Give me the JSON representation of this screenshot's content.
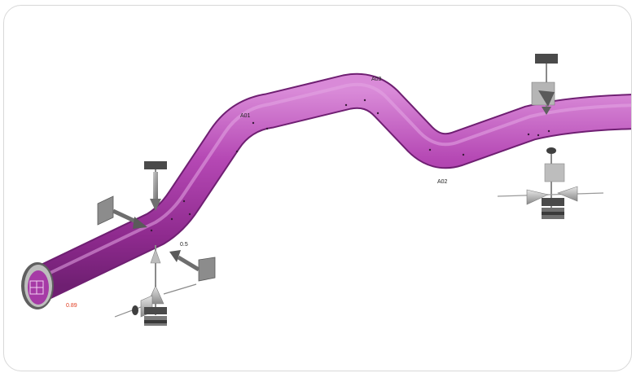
{
  "viewport": {
    "labels": {
      "a01": "A01",
      "a02": "A02",
      "a03": "A03",
      "a04": "0.5",
      "dimension": "0.89"
    },
    "colors": {
      "pipe": "#a63aa6",
      "pipe_dark": "#6f1f72",
      "pipe_light": "#d98ad8",
      "support_gray": "#9a9a9a",
      "dimension_red": "#e03a1e"
    },
    "icons": [
      "pipe-end-flange-icon",
      "pipe-support-icon",
      "arrow-icon",
      "anchor-plate-icon"
    ]
  }
}
